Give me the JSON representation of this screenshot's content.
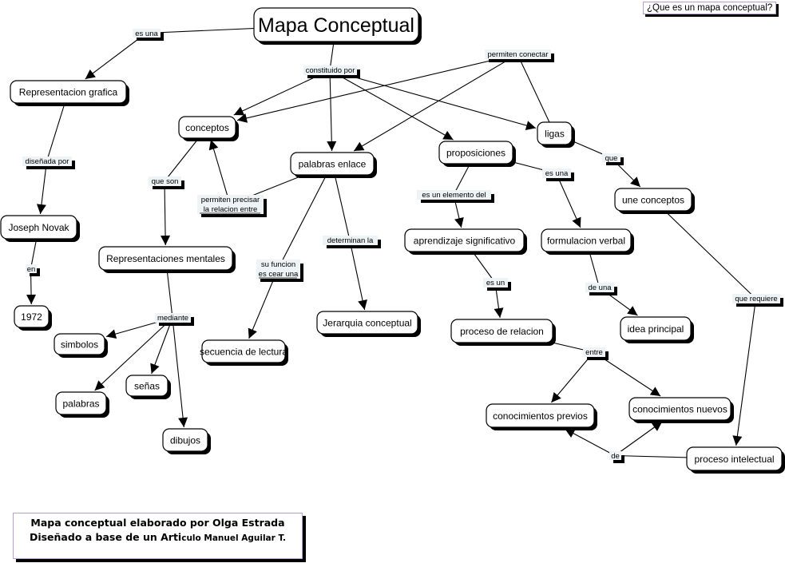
{
  "title": "Mapa Conceptual",
  "question_link": "¿Que es un mapa conceptual?",
  "credits": {
    "line1": "Mapa conceptual elaborado por Olga Estrada",
    "line2_main": "Diseñado a base de un Arti",
    "line2_small": "culo Manuel Aguilar T."
  },
  "nodes": [
    {
      "id": "mapa",
      "label": "Mapa Conceptual",
      "main": true
    },
    {
      "id": "repgraf",
      "label": "Representacion grafica"
    },
    {
      "id": "novak",
      "label": "Joseph Novak"
    },
    {
      "id": "y1972",
      "label": "1972"
    },
    {
      "id": "conceptos",
      "label": "conceptos"
    },
    {
      "id": "repment",
      "label": "Representaciones mentales"
    },
    {
      "id": "simbolos",
      "label": "simbolos"
    },
    {
      "id": "palabras",
      "label": "palabras"
    },
    {
      "id": "senas",
      "label": "señas"
    },
    {
      "id": "dibujos",
      "label": "dibujos"
    },
    {
      "id": "palenlace",
      "label": "palabras enlace"
    },
    {
      "id": "secuencia",
      "label": "secuencia de lectura"
    },
    {
      "id": "jerarquia",
      "label": "Jerarquia conceptual"
    },
    {
      "id": "proposiciones",
      "label": "proposiciones"
    },
    {
      "id": "aprendizaje",
      "label": "aprendizaje significativo"
    },
    {
      "id": "procrel",
      "label": "proceso de relacion"
    },
    {
      "id": "formverbal",
      "label": "formulacion verbal"
    },
    {
      "id": "idea",
      "label": "idea principal"
    },
    {
      "id": "ligas",
      "label": "ligas"
    },
    {
      "id": "uneconc",
      "label": "une conceptos"
    },
    {
      "id": "previos",
      "label": "conocimientos previos"
    },
    {
      "id": "nuevos",
      "label": "conocimientos nuevos"
    },
    {
      "id": "procint",
      "label": "proceso intelectual"
    }
  ],
  "links": [
    {
      "id": "esuna1",
      "label": [
        "es una"
      ]
    },
    {
      "id": "constituido",
      "label": [
        "constituido por"
      ]
    },
    {
      "id": "permconectar",
      "label": [
        "permiten conectar"
      ]
    },
    {
      "id": "disenada",
      "label": [
        "diseñada por"
      ]
    },
    {
      "id": "en",
      "label": [
        "en"
      ]
    },
    {
      "id": "queson",
      "label": [
        "que son"
      ]
    },
    {
      "id": "precisar",
      "label": [
        "permiten precisar",
        "la relacion entre"
      ]
    },
    {
      "id": "mediante",
      "label": [
        "mediante"
      ]
    },
    {
      "id": "sufuncion",
      "label": [
        "su funcion",
        "es cear una"
      ]
    },
    {
      "id": "determinan",
      "label": [
        "determinan la"
      ]
    },
    {
      "id": "elemento",
      "label": [
        "es un elemento del"
      ]
    },
    {
      "id": "esuna2",
      "label": [
        "es una"
      ]
    },
    {
      "id": "esun",
      "label": [
        "es un"
      ]
    },
    {
      "id": "deuna",
      "label": [
        "de una"
      ]
    },
    {
      "id": "que",
      "label": [
        "que"
      ]
    },
    {
      "id": "requiere",
      "label": [
        "que requiere"
      ]
    },
    {
      "id": "entre",
      "label": [
        "entre"
      ]
    },
    {
      "id": "de",
      "label": [
        "de"
      ]
    }
  ],
  "connections": [
    {
      "from": "mapa",
      "to": "esuna1"
    },
    {
      "from": "esuna1",
      "to": "repgraf",
      "arrow": true
    },
    {
      "from": "repgraf",
      "to": "disenada"
    },
    {
      "from": "disenada",
      "to": "novak",
      "arrow": true
    },
    {
      "from": "novak",
      "to": "en"
    },
    {
      "from": "en",
      "to": "y1972",
      "arrow": true
    },
    {
      "from": "mapa",
      "to": "constituido"
    },
    {
      "from": "constituido",
      "to": "conceptos",
      "arrow": true
    },
    {
      "from": "constituido",
      "to": "palenlace",
      "arrow": true
    },
    {
      "from": "constituido",
      "to": "proposiciones",
      "arrow": true
    },
    {
      "from": "constituido",
      "to": "ligas",
      "arrow": true
    },
    {
      "from": "ligas",
      "to": "permconectar"
    },
    {
      "from": "permconectar",
      "to": "conceptos",
      "arrow": true
    },
    {
      "from": "permconectar",
      "to": "palenlace",
      "arrow": true
    },
    {
      "from": "conceptos",
      "to": "queson"
    },
    {
      "from": "queson",
      "to": "repment",
      "arrow": true
    },
    {
      "from": "palenlace",
      "to": "precisar"
    },
    {
      "from": "precisar",
      "to": "conceptos",
      "arrow": true
    },
    {
      "from": "repment",
      "to": "mediante"
    },
    {
      "from": "mediante",
      "to": "simbolos",
      "arrow": true
    },
    {
      "from": "mediante",
      "to": "palabras",
      "arrow": true
    },
    {
      "from": "mediante",
      "to": "senas",
      "arrow": true
    },
    {
      "from": "mediante",
      "to": "dibujos",
      "arrow": true
    },
    {
      "from": "palenlace",
      "to": "sufuncion"
    },
    {
      "from": "sufuncion",
      "to": "secuencia",
      "arrow": true
    },
    {
      "from": "palenlace",
      "to": "determinan"
    },
    {
      "from": "determinan",
      "to": "jerarquia",
      "arrow": true
    },
    {
      "from": "proposiciones",
      "to": "elemento"
    },
    {
      "from": "elemento",
      "to": "aprendizaje",
      "arrow": true
    },
    {
      "from": "proposiciones",
      "to": "esuna2"
    },
    {
      "from": "esuna2",
      "to": "formverbal",
      "arrow": true
    },
    {
      "from": "aprendizaje",
      "to": "esun"
    },
    {
      "from": "esun",
      "to": "procrel",
      "arrow": true
    },
    {
      "from": "formverbal",
      "to": "deuna"
    },
    {
      "from": "deuna",
      "to": "idea",
      "arrow": true
    },
    {
      "from": "ligas",
      "to": "que"
    },
    {
      "from": "que",
      "to": "uneconc",
      "arrow": true
    },
    {
      "from": "uneconc",
      "to": "requiere"
    },
    {
      "from": "requiere",
      "to": "procint",
      "arrow": true
    },
    {
      "from": "procrel",
      "to": "entre"
    },
    {
      "from": "entre",
      "to": "previos",
      "arrow": true
    },
    {
      "from": "entre",
      "to": "nuevos",
      "arrow": true
    },
    {
      "from": "procint",
      "to": "de"
    },
    {
      "from": "de",
      "to": "previos",
      "arrow": true
    },
    {
      "from": "de",
      "to": "nuevos",
      "arrow": true
    }
  ]
}
